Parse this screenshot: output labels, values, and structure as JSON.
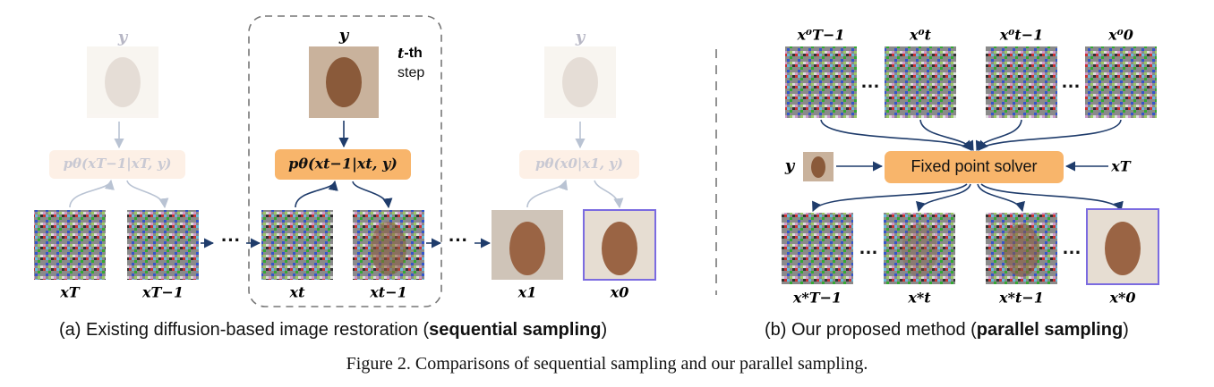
{
  "colors": {
    "accent_box": "#f8b56b",
    "faded_box": "#fdf0e6",
    "arrow": "#1f3c6b",
    "faded_arrow": "#b9c3d3",
    "highlight_border": "#7b6be0",
    "dash": "#777777"
  },
  "labels": {
    "y": "y",
    "step_t": "t",
    "step_th": "-th",
    "step_word": "step",
    "cond_T": "pθ(xT−1|xT, y)",
    "cond_t": "pθ(xt−1|xt, y)",
    "cond_1": "pθ(x0|x1, y)",
    "x_T": "xT",
    "x_T1": "xT−1",
    "x_t": "xt",
    "x_t1": "xt−1",
    "x_1": "x1",
    "x_0": "x0",
    "dots": "···",
    "top_xT1": "x⁰T−1",
    "top_xt": "x⁰t",
    "top_xt1": "x⁰t−1",
    "top_x0": "x⁰0",
    "bot_xT1": "x*T−1",
    "bot_xt": "x*t",
    "bot_xt1": "x*t−1",
    "bot_x0": "x*0",
    "solver": "Fixed point solver",
    "solver_xT": "xT",
    "hdots": "…"
  },
  "captions": {
    "a_prefix": "(a) Existing diffusion-based image restoration (",
    "a_bold": "sequential sampling",
    "a_suffix": ")",
    "b_prefix": "(b) Our proposed method (",
    "b_bold": "parallel sampling",
    "b_suffix": ")",
    "figure": "Figure 2. Comparisons of sequential sampling and our parallel sampling."
  }
}
